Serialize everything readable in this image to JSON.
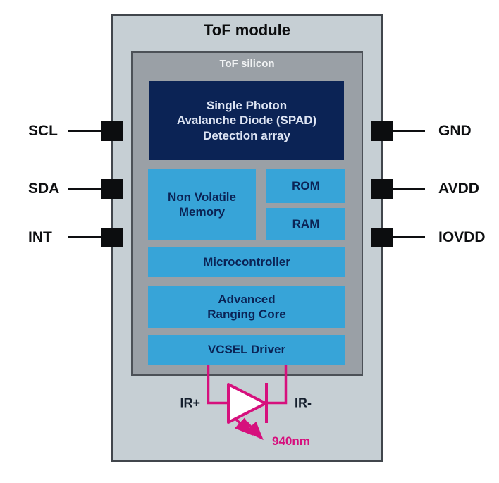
{
  "diagram": {
    "module_title": "ToF module",
    "silicon_title": "ToF silicon"
  },
  "blocks": {
    "spad": "Single Photon\nAvalanche Diode (SPAD)\nDetection array",
    "nvm": "Non Volatile\nMemory",
    "rom": "ROM",
    "ram": "RAM",
    "microcontroller": "Microcontroller",
    "ranging_core": "Advanced\nRanging Core",
    "vcsel_driver": "VCSEL Driver"
  },
  "pins": {
    "left": [
      {
        "label": "SCL"
      },
      {
        "label": "SDA"
      },
      {
        "label": "INT"
      }
    ],
    "right": [
      {
        "label": "GND"
      },
      {
        "label": "AVDD"
      },
      {
        "label": "IOVDD"
      }
    ]
  },
  "emitter": {
    "anode_label": "IR+",
    "cathode_label": "IR-",
    "wavelength": "940nm"
  },
  "colors": {
    "accent_pink": "#d6107d",
    "block_blue": "#37a4d8",
    "block_navy": "#0b2355",
    "module_fill": "#c6cfd4",
    "silicon_fill": "#9aa0a6"
  }
}
